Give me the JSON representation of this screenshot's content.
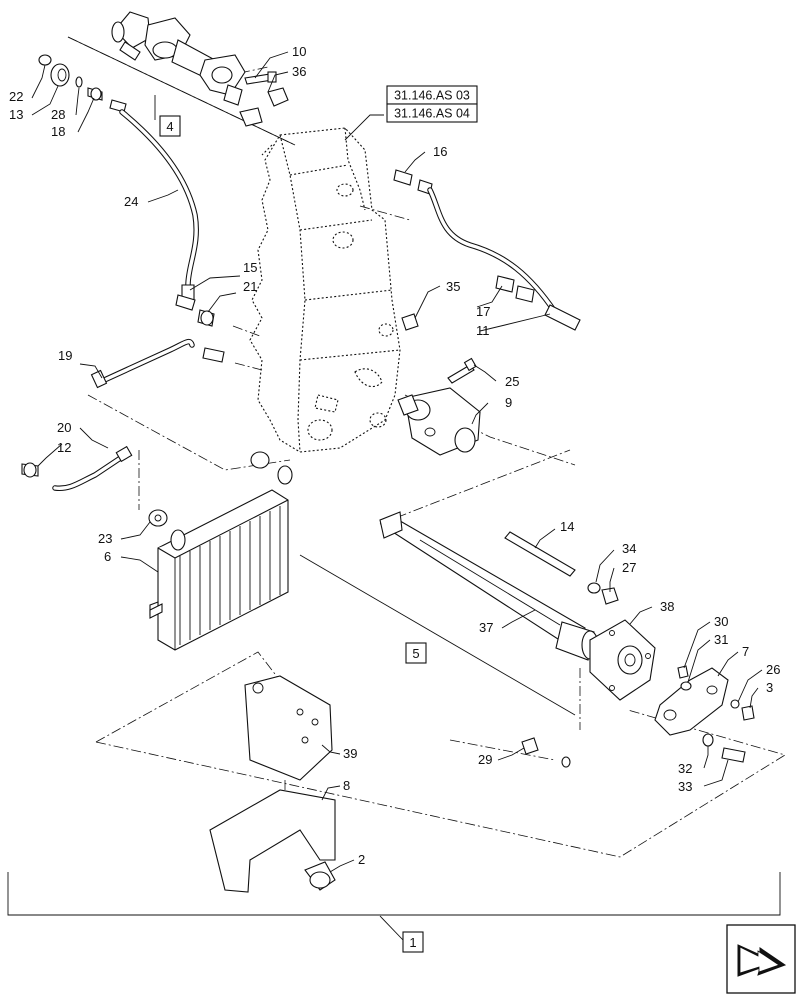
{
  "callouts": {
    "c1": "1",
    "c2": "2",
    "c3": "3",
    "c4": "4",
    "c5": "5",
    "c6": "6",
    "c7": "7",
    "c8": "8",
    "c9": "9",
    "c10": "10",
    "c11": "11",
    "c12": "12",
    "c13": "13",
    "c14": "14",
    "c15": "15",
    "c16": "16",
    "c17": "17",
    "c18": "18",
    "c19": "19",
    "c20": "20",
    "c21": "21",
    "c22": "22",
    "c23": "23",
    "c24": "24",
    "c25": "25",
    "c26": "26",
    "c27": "27",
    "c28": "28",
    "c29": "29",
    "c30": "30",
    "c31": "31",
    "c32": "32",
    "c33": "33",
    "c34": "34",
    "c35": "35",
    "c36": "36",
    "c37": "37",
    "c38": "38",
    "c39": "39"
  },
  "references": {
    "ref_a": "31.146.AS 03",
    "ref_b": "31.146.AS 04"
  },
  "nav_icon": "next-page-arrow-icon"
}
